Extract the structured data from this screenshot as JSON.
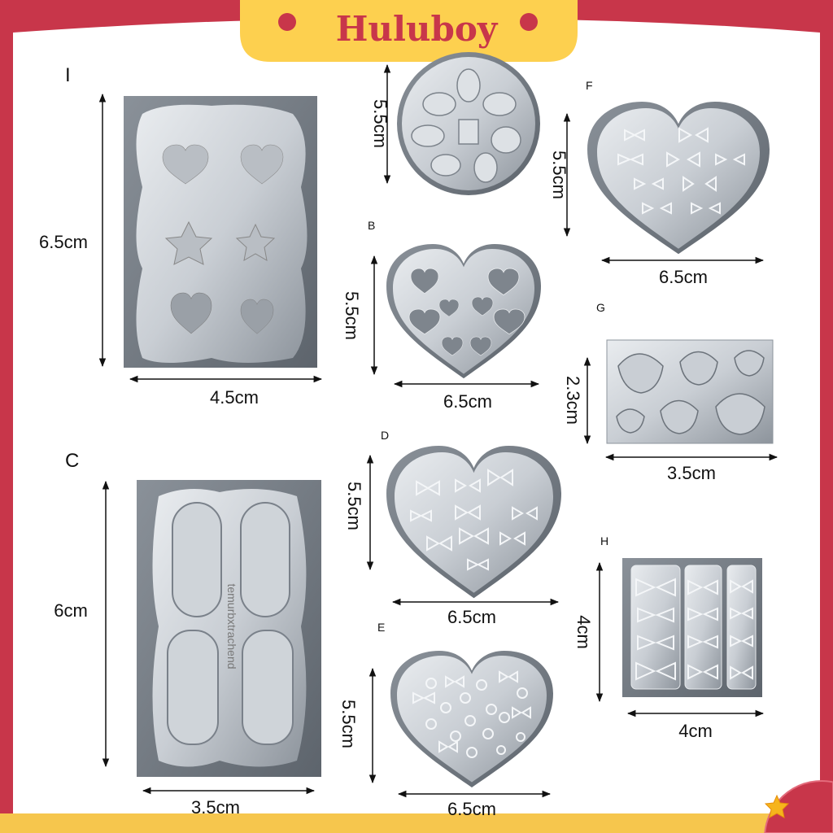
{
  "brand": {
    "name": "Huluboy",
    "colors": {
      "frame": "#c8364a",
      "banner": "#fdd04f",
      "text": "#c8364a"
    }
  },
  "panels": [
    {
      "id": "I",
      "letter": "I",
      "height": "6.5cm",
      "width": "4.5cm"
    },
    {
      "id": "A",
      "letter": "",
      "height": "5.5cm",
      "width": ""
    },
    {
      "id": "F",
      "letter": "F",
      "height": "5.5cm",
      "width": "6.5cm"
    },
    {
      "id": "B",
      "letter": "B",
      "height": "5.5cm",
      "width": "6.5cm"
    },
    {
      "id": "G",
      "letter": "G",
      "height": "2.3cm",
      "width": "3.5cm"
    },
    {
      "id": "C",
      "letter": "C",
      "height": "6cm",
      "width": "3.5cm"
    },
    {
      "id": "D",
      "letter": "D",
      "height": "5.5cm",
      "width": "6.5cm"
    },
    {
      "id": "H",
      "letter": "H",
      "height": "4cm",
      "width": "4cm"
    },
    {
      "id": "E",
      "letter": "E",
      "height": "5.5cm",
      "width": "6.5cm"
    }
  ],
  "mold_text": "temurbxtrachend",
  "icons": {
    "corner": "star-icon"
  }
}
